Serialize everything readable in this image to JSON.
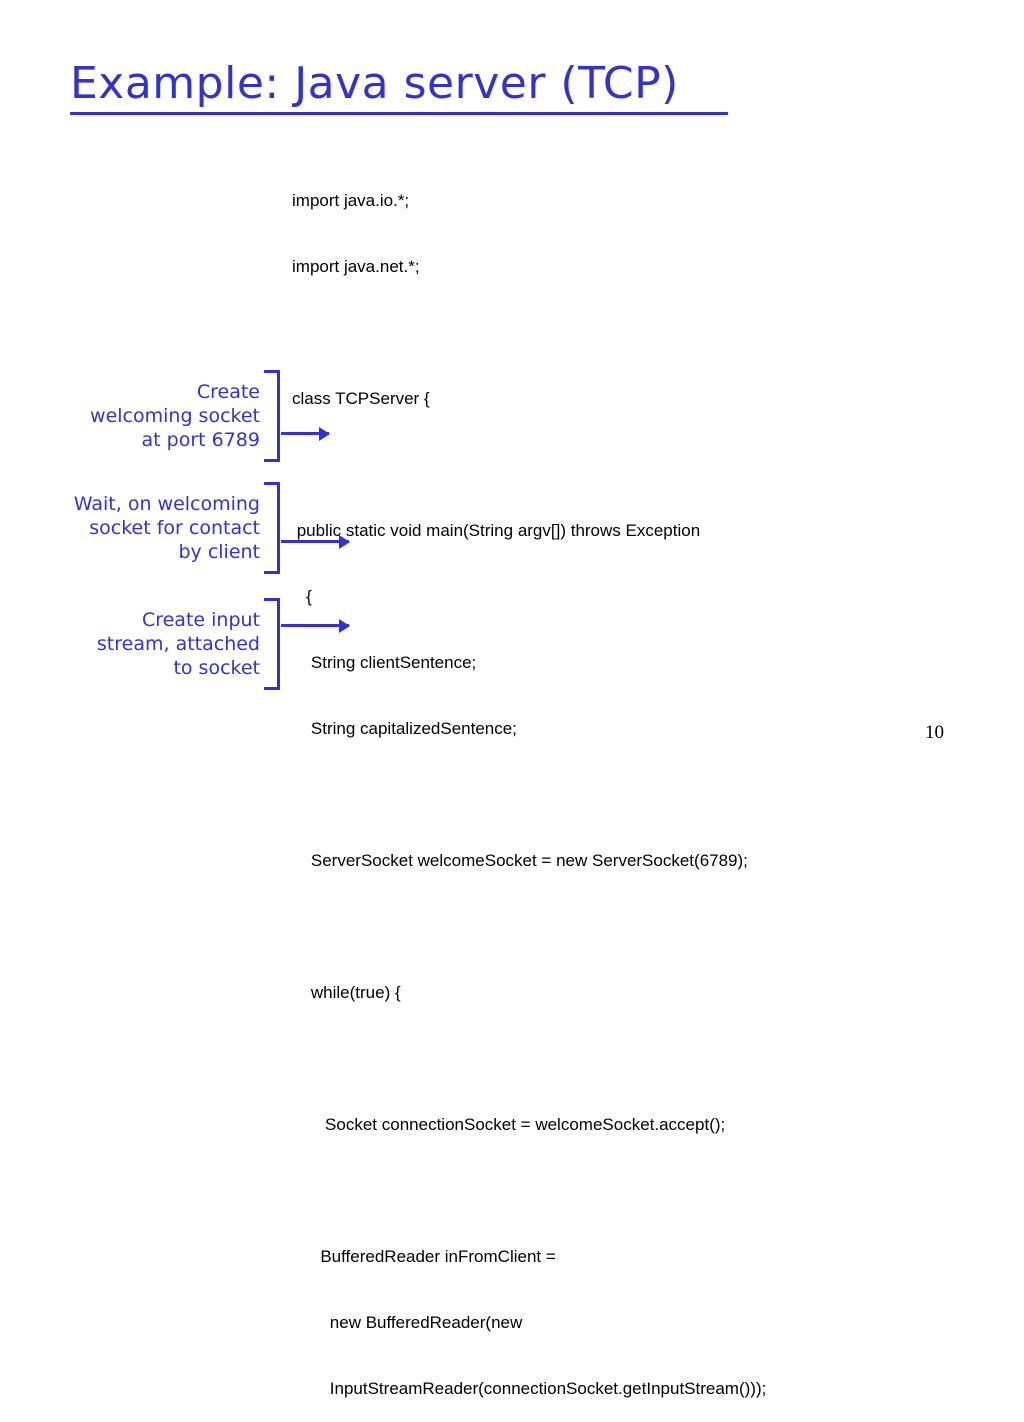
{
  "slide": {
    "title": "Example: Java server (TCP)",
    "page_number": "10",
    "accent_color": "#3333CC",
    "code_color": "#000000",
    "background_color": "#FFFFFF"
  },
  "code": {
    "language": "java",
    "lines": [
      "import java.io.*;",
      "import java.net.*;",
      "",
      "class TCPServer {",
      "",
      " public static void main(String argv[]) throws Exception",
      "   {",
      "    String clientSentence;",
      "    String capitalizedSentence;",
      "",
      "    ServerSocket welcomeSocket = new ServerSocket(6789);",
      "",
      "    while(true) {",
      "",
      "       Socket connectionSocket = welcomeSocket.accept();",
      "",
      "      BufferedReader inFromClient =",
      "        new BufferedReader(new",
      "        InputStreamReader(connectionSocket.getInputStream()));"
    ]
  },
  "annotations": [
    {
      "id": "create-welcoming-socket",
      "text": "Create\nwelcoming socket\nat port 6789",
      "targets_line": "ServerSocket welcomeSocket = new ServerSocket(6789);"
    },
    {
      "id": "wait-for-contact",
      "text": "Wait, on welcoming\nsocket for contact\nby client",
      "targets_line": "Socket connectionSocket = welcomeSocket.accept();"
    },
    {
      "id": "create-input-stream",
      "text": "Create input\nstream, attached\nto socket",
      "targets_line": "BufferedReader inFromClient ="
    }
  ]
}
